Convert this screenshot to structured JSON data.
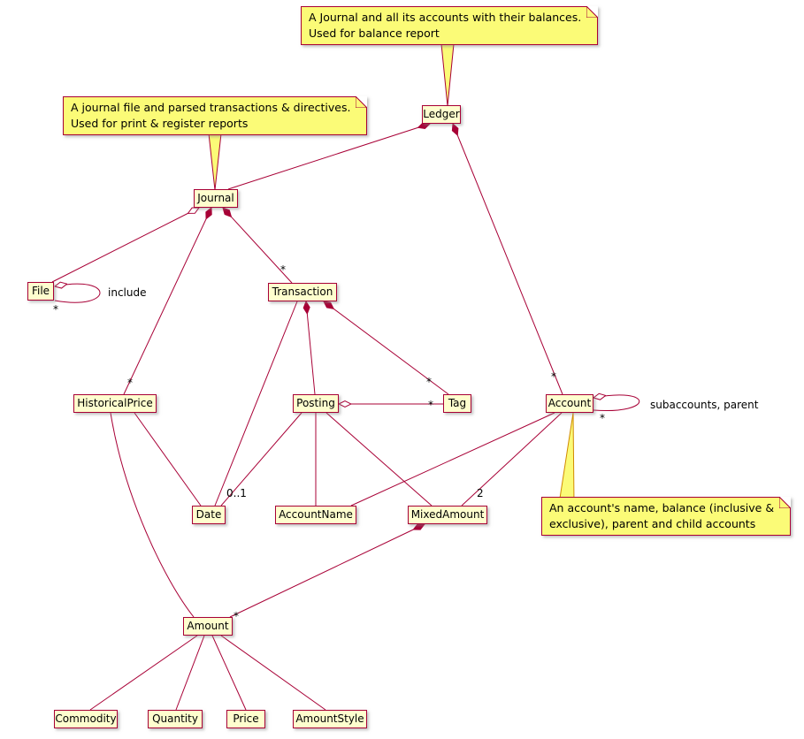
{
  "diagram": {
    "type": "uml-class-diagram",
    "subject": "hledger data model",
    "colors": {
      "background": "#FFFFFF",
      "node_fill": "#FEFECE",
      "node_border": "#A80036",
      "edge": "#A80036",
      "note_fill": "#FBFB77",
      "note_border": "#A80036",
      "note_tail_accent": "#D18A00",
      "text": "#000000"
    },
    "classes": [
      {
        "id": "Ledger",
        "label": "Ledger"
      },
      {
        "id": "Journal",
        "label": "Journal"
      },
      {
        "id": "File",
        "label": "File"
      },
      {
        "id": "Transaction",
        "label": "Transaction"
      },
      {
        "id": "HistoricalPrice",
        "label": "HistoricalPrice"
      },
      {
        "id": "Posting",
        "label": "Posting"
      },
      {
        "id": "Tag",
        "label": "Tag"
      },
      {
        "id": "Account",
        "label": "Account"
      },
      {
        "id": "Date",
        "label": "Date"
      },
      {
        "id": "AccountName",
        "label": "AccountName"
      },
      {
        "id": "MixedAmount",
        "label": "MixedAmount"
      },
      {
        "id": "Amount",
        "label": "Amount"
      },
      {
        "id": "Commodity",
        "label": "Commodity"
      },
      {
        "id": "Quantity",
        "label": "Quantity"
      },
      {
        "id": "Price",
        "label": "Price"
      },
      {
        "id": "AmountStyle",
        "label": "AmountStyle"
      }
    ],
    "notes": [
      {
        "target": "Ledger",
        "line1": "A Journal and all its accounts with their balances.",
        "line2": "Used for balance report"
      },
      {
        "target": "Journal",
        "line1": "A journal file and parsed transactions & directives.",
        "line2": "Used for print & register reports"
      },
      {
        "target": "Account",
        "line1": "An account's name, balance (inclusive &",
        "line2": "exclusive), parent and child accounts"
      }
    ],
    "edges": [
      {
        "from": "Ledger",
        "to": "Journal",
        "kind": "composition"
      },
      {
        "from": "Ledger",
        "to": "Account",
        "kind": "composition",
        "to_multiplicity": "*"
      },
      {
        "from": "Journal",
        "to": "File",
        "kind": "aggregation"
      },
      {
        "from": "File",
        "to": "File",
        "kind": "aggregation",
        "to_multiplicity": "*",
        "label": "include"
      },
      {
        "from": "Journal",
        "to": "Transaction",
        "kind": "composition",
        "to_multiplicity": "*"
      },
      {
        "from": "Journal",
        "to": "HistoricalPrice",
        "kind": "composition",
        "to_multiplicity": "*"
      },
      {
        "from": "Transaction",
        "to": "Posting",
        "kind": "composition"
      },
      {
        "from": "Transaction",
        "to": "Tag",
        "kind": "composition",
        "to_multiplicity": "*"
      },
      {
        "from": "Posting",
        "to": "Tag",
        "kind": "aggregation",
        "to_multiplicity": "*"
      },
      {
        "from": "Transaction",
        "to": "Date",
        "kind": "association"
      },
      {
        "from": "Posting",
        "to": "Date",
        "kind": "association",
        "to_multiplicity": "0..1"
      },
      {
        "from": "Posting",
        "to": "AccountName",
        "kind": "association"
      },
      {
        "from": "Posting",
        "to": "MixedAmount",
        "kind": "association"
      },
      {
        "from": "Account",
        "to": "AccountName",
        "kind": "association"
      },
      {
        "from": "Account",
        "to": "MixedAmount",
        "kind": "association",
        "to_multiplicity": "2"
      },
      {
        "from": "Account",
        "to": "Account",
        "kind": "aggregation",
        "to_multiplicity": "*",
        "label": "subaccounts, parent"
      },
      {
        "from": "MixedAmount",
        "to": "Amount",
        "kind": "composition",
        "to_multiplicity": "*"
      },
      {
        "from": "HistoricalPrice",
        "to": "Date",
        "kind": "association"
      },
      {
        "from": "HistoricalPrice",
        "to": "Amount",
        "kind": "association"
      },
      {
        "from": "Amount",
        "to": "Commodity",
        "kind": "association"
      },
      {
        "from": "Amount",
        "to": "Quantity",
        "kind": "association"
      },
      {
        "from": "Amount",
        "to": "Price",
        "kind": "association"
      },
      {
        "from": "Amount",
        "to": "AmountStyle",
        "kind": "association"
      }
    ]
  }
}
